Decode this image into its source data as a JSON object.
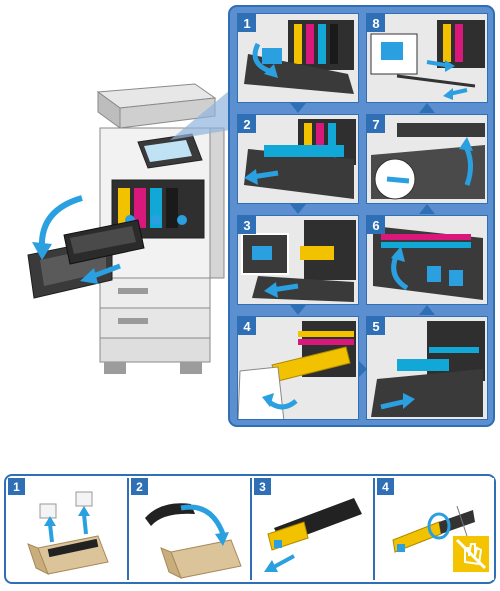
{
  "main_steps": [
    {
      "id": "step-1",
      "label": "1"
    },
    {
      "id": "step-8",
      "label": "8"
    },
    {
      "id": "step-2",
      "label": "2"
    },
    {
      "id": "step-7",
      "label": "7"
    },
    {
      "id": "step-3",
      "label": "3"
    },
    {
      "id": "step-6",
      "label": "6"
    },
    {
      "id": "step-4",
      "label": "4"
    },
    {
      "id": "step-5",
      "label": "5"
    }
  ],
  "bottom_steps": [
    {
      "label": "1"
    },
    {
      "label": "2"
    },
    {
      "label": "3"
    },
    {
      "label": "4"
    }
  ],
  "colors": {
    "frame": "#2e6fb5",
    "accent_blue": "#2aa0e0",
    "toner_yellow": "#f2c200",
    "toner_magenta": "#d8187a",
    "toner_cyan": "#11a8d8",
    "box_cardboard": "#dcc49a"
  },
  "icons": [
    "arrow-icon",
    "hand-icon",
    "do-not-touch-icon"
  ]
}
